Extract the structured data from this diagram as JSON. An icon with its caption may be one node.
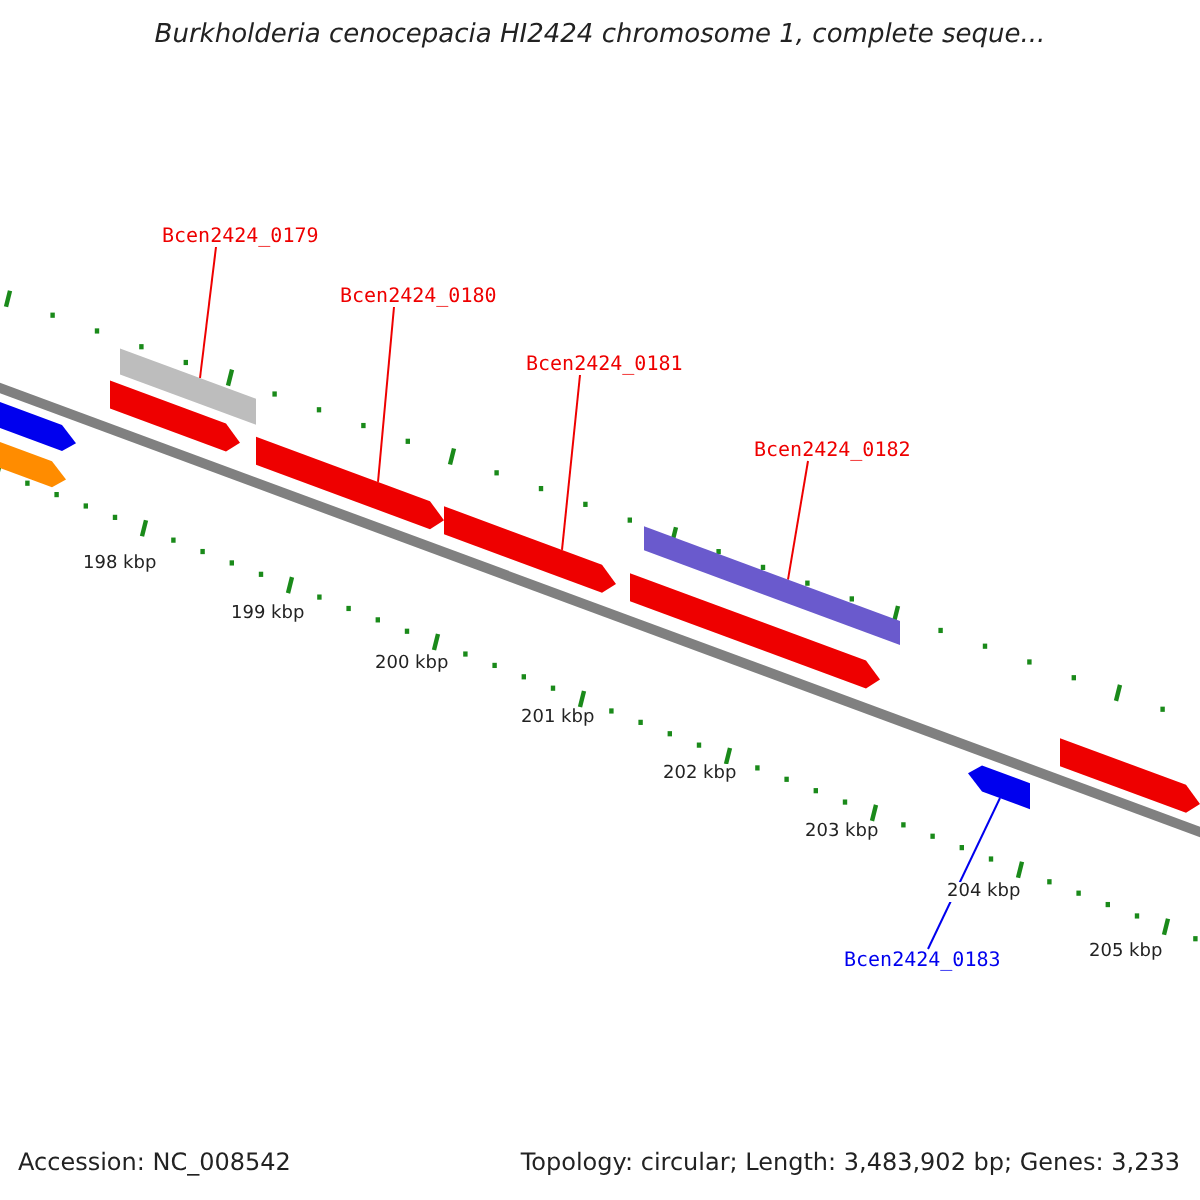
{
  "diagram": {
    "title": "Burkholderia cenocepacia HI2424 chromosome 1, complete seque...",
    "nodes": [
      {
        "text": [
          "Bcen2424_0179"
        ]
      },
      {
        "text": [
          "Bcen2424_0180"
        ]
      },
      {
        "text": [
          "Bcen2424_0181"
        ]
      },
      {
        "text": [
          "Bcen2424_0182"
        ]
      },
      {
        "text": [
          "Bcen2424_0183"
        ]
      },
      {
        "text": [],
        "shape": "bar"
      },
      {
        "text": [],
        "shape": "bar"
      },
      {
        "text": [],
        "shape": "bar"
      },
      {
        "text": [],
        "shape": "bar"
      },
      {
        "text": [],
        "shape": "bar"
      }
    ],
    "edges": [
      {
        "from": 0,
        "to": 5,
        "arrow": "none"
      },
      {
        "from": 1,
        "to": 6,
        "arrow": "none"
      },
      {
        "from": 2,
        "to": 7,
        "arrow": "none"
      },
      {
        "from": 3,
        "to": 8,
        "arrow": "none"
      },
      {
        "from": 4,
        "to": 9,
        "arrow": "none",
        "color": "#0000ee"
      }
    ],
    "labels": [
      "198 kbp",
      "199 kbp",
      "200 kbp",
      "201 kbp",
      "202 kbp",
      "203 kbp",
      "204 kbp",
      "205 kbp",
      "Accession: NC_008542",
      "Topology: circular; Length: 3,483,902 bp; Genes: 3,233"
    ]
  }
}
